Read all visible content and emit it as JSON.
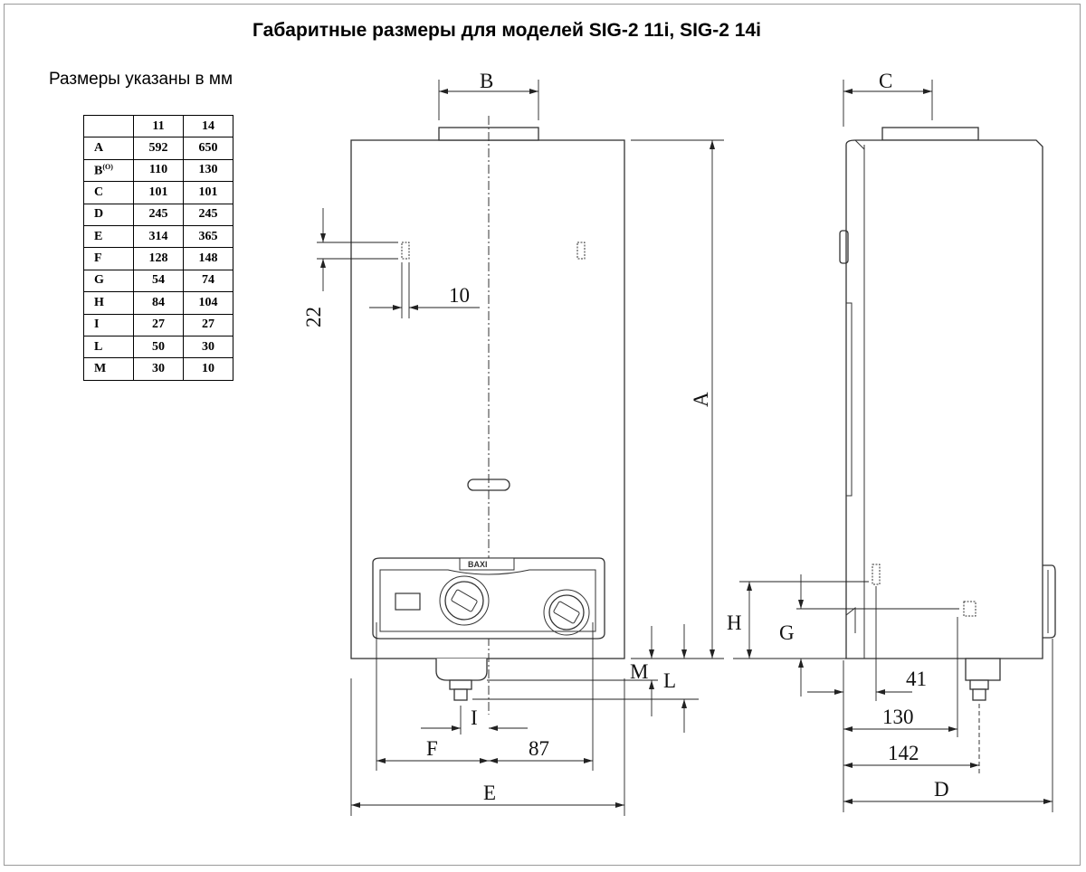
{
  "title": "Габаритные размеры для моделей SIG-2 11i, SIG-2 14i",
  "units_note": "Размеры указаны  в мм",
  "table": {
    "columns": [
      "11",
      "14"
    ],
    "rows": [
      {
        "key": "A",
        "sup": "",
        "v11": "592",
        "v14": "650"
      },
      {
        "key": "B",
        "sup": "(O)",
        "v11": "110",
        "v14": "130"
      },
      {
        "key": "C",
        "sup": "",
        "v11": "101",
        "v14": "101"
      },
      {
        "key": "D",
        "sup": "",
        "v11": "245",
        "v14": "245"
      },
      {
        "key": "E",
        "sup": "",
        "v11": "314",
        "v14": "365"
      },
      {
        "key": "F",
        "sup": "",
        "v11": "128",
        "v14": "148"
      },
      {
        "key": "G",
        "sup": "",
        "v11": "54",
        "v14": "74"
      },
      {
        "key": "H",
        "sup": "",
        "v11": "84",
        "v14": "104"
      },
      {
        "key": "I",
        "sup": "",
        "v11": "27",
        "v14": "27"
      },
      {
        "key": "L",
        "sup": "",
        "v11": "50",
        "v14": "30"
      },
      {
        "key": "M",
        "sup": "",
        "v11": "30",
        "v14": "10"
      }
    ]
  },
  "front_view": {
    "brand": "BAXI",
    "labels": {
      "A": "A",
      "B": "B",
      "E": "E",
      "F": "F",
      "I": "I",
      "L": "L",
      "M": "M",
      "d10": "10",
      "d22": "22",
      "d87": "87"
    }
  },
  "side_view": {
    "labels": {
      "C": "C",
      "D": "D",
      "G": "G",
      "H": "H",
      "d41": "41",
      "d130": "130",
      "d142": "142"
    }
  }
}
